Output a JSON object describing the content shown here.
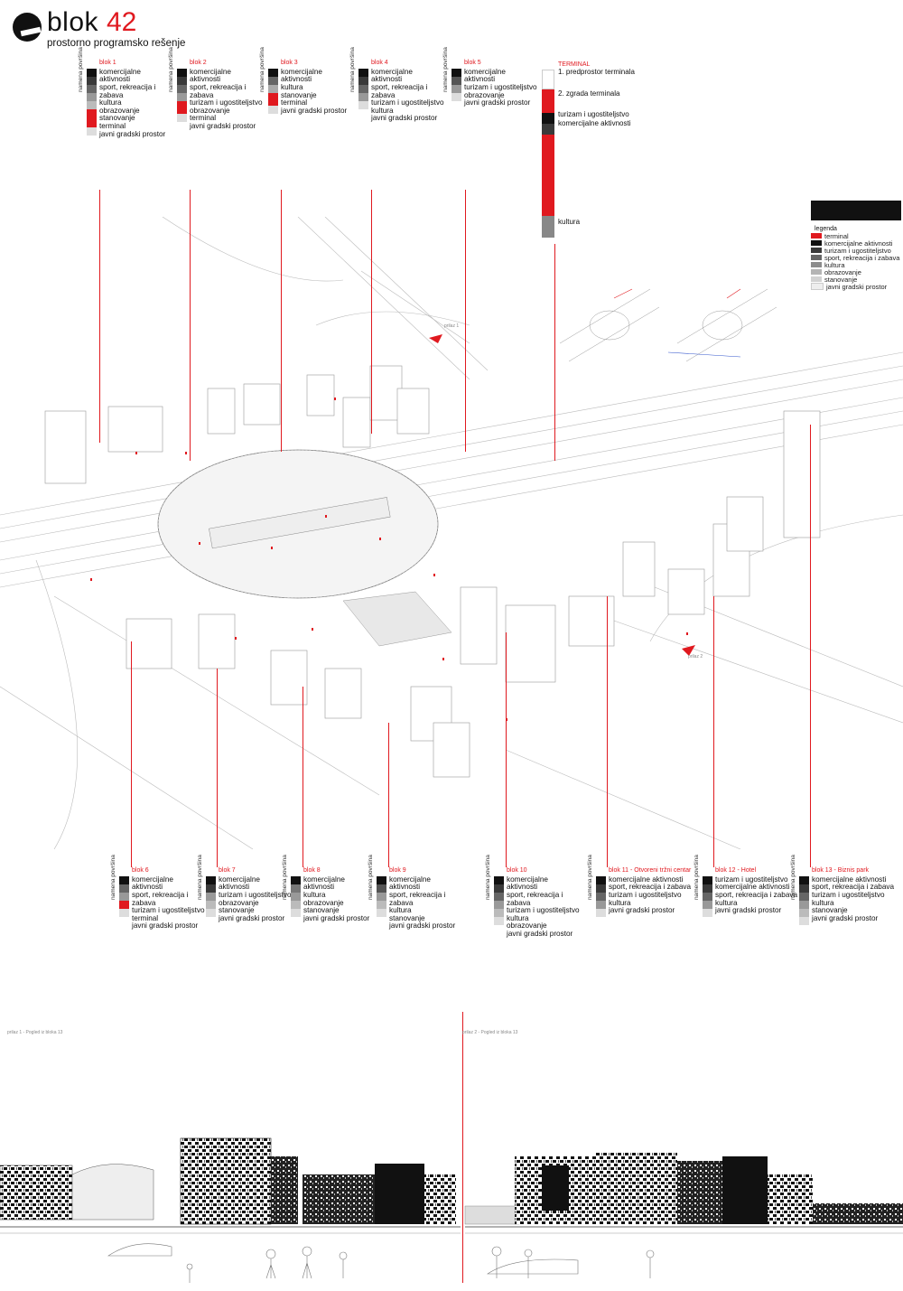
{
  "header": {
    "title_word": "blok",
    "title_number": "42",
    "subtitle": "prostorno programsko rešenje"
  },
  "vertical_label": "namena površina",
  "colors": {
    "accent": "#e0191f",
    "c_black": "#111111",
    "c_dark": "#3a3a3a",
    "c_mid": "#666666",
    "c_grey": "#8c8c8c",
    "c_light": "#b4b4b4",
    "c_lighter": "#d2d2d2"
  },
  "blocks_top": [
    {
      "name": "blok 1",
      "cats": [
        "komercijalne aktivnosti",
        "sport, rekreacija i zabava",
        "kultura",
        "obrazovanje",
        "stanovanje",
        "terminal",
        "javni gradski prostor"
      ]
    },
    {
      "name": "blok 2",
      "cats": [
        "komercijalne aktivnosti",
        "sport, rekreacija i zabava",
        "turizam i ugostiteljstvo",
        "obrazovanje",
        "terminal",
        "javni gradski prostor"
      ]
    },
    {
      "name": "blok 3",
      "cats": [
        "komercijalne aktivnosti",
        "kultura",
        "stanovanje",
        "terminal",
        "javni gradski prostor"
      ]
    },
    {
      "name": "blok 4",
      "cats": [
        "komercijalne aktivnosti",
        "sport, rekreacija i zabava",
        "turizam i ugostiteljstvo",
        "kultura",
        "javni gradski prostor"
      ]
    },
    {
      "name": "blok 5",
      "cats": [
        "komercijalne aktivnosti",
        "turizam i ugostiteljstvo",
        "obrazovanje",
        "javni gradski prostor"
      ]
    }
  ],
  "blocks_bottom": [
    {
      "name": "blok 6",
      "cats": [
        "komercijalne aktivnosti",
        "sport, rekreacija i zabava",
        "turizam i ugostiteljstvo",
        "terminal",
        "javni gradski prostor"
      ]
    },
    {
      "name": "blok 7",
      "cats": [
        "komercijalne aktivnosti",
        "turizam i ugostiteljstvo",
        "obrazovanje",
        "stanovanje",
        "javni gradski prostor"
      ]
    },
    {
      "name": "blok 8",
      "cats": [
        "komercijalne aktivnosti",
        "kultura",
        "obrazovanje",
        "stanovanje",
        "javni gradski prostor"
      ]
    },
    {
      "name": "blok 9",
      "cats": [
        "komercijalne aktivnosti",
        "sport, rekreacija i zabava",
        "kultura",
        "stanovanje",
        "javni gradski prostor"
      ]
    },
    {
      "name": "blok 10",
      "cats": [
        "komercijalne aktivnosti",
        "sport, rekreacija i zabava",
        "turizam i ugostiteljstvo",
        "kultura",
        "obrazovanje",
        "javni gradski prostor"
      ]
    },
    {
      "name": "blok 11 - Otvoreni tržni centar",
      "cats": [
        "komercijalne aktivnosti",
        "sport, rekreacija i zabava",
        "turizam i ugostiteljstvo",
        "kultura",
        "javni gradski prostor"
      ]
    },
    {
      "name": "blok 12 - Hotel",
      "cats": [
        "turizam i ugostiteljstvo",
        "komercijalne aktivnosti",
        "sport, rekreacija i zabava",
        "kultura",
        "javni gradski prostor"
      ]
    },
    {
      "name": "blok 13 - Biznis park",
      "cats": [
        "komercijalne aktivnosti",
        "sport, rekreacija i zabava",
        "turizam i ugostiteljstvo",
        "kultura",
        "stanovanje",
        "javni gradski prostor"
      ]
    }
  ],
  "terminal": {
    "title": "TERMINAL",
    "h1": "1. predprostor terminala",
    "h2": "2. zgrada terminala",
    "h3": "turizam i ugostiteljstvo",
    "h4": "komercijalne aktivnosti",
    "h5": "kultura"
  },
  "legend": {
    "title": "legenda",
    "items": [
      "terminal",
      "komercijalne aktivnosti",
      "turizam i ugostiteljstvo",
      "sport, rekreacija i zabava",
      "kultura",
      "obrazovanje",
      "stanovanje",
      "javni gradski prostor"
    ]
  },
  "views": {
    "left": "prilaz 1 - Pogled iz bloka 13",
    "right": "prilaz 2 - Pogled iz bloka 13"
  },
  "labels": {
    "entry1": "prilaz 1",
    "entry2": "prilaz 2"
  }
}
